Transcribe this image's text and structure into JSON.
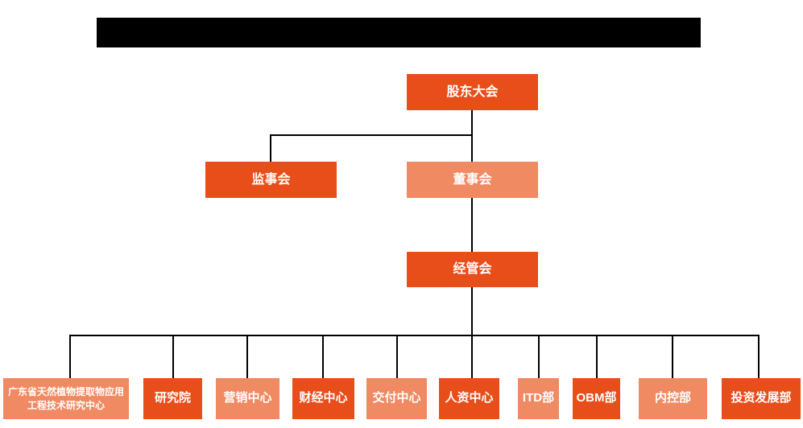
{
  "colors": {
    "primary": "#e84e1a",
    "secondary": "#ef8a63",
    "line": "#000000",
    "node_text": "#ffffff",
    "redaction": "#000000"
  },
  "chart": {
    "type": "org-chart",
    "title_redacted": true,
    "root": {
      "label": "股东大会",
      "variant": "primary"
    },
    "level2": [
      {
        "label": "监事会",
        "variant": "primary"
      },
      {
        "label": "董事会",
        "variant": "secondary"
      }
    ],
    "level3": {
      "label": "经管会",
      "variant": "primary"
    },
    "departments": [
      {
        "label": "广东省天然植物提取物应用工程技术研究中心",
        "variant": "secondary"
      },
      {
        "label": "研究院",
        "variant": "primary"
      },
      {
        "label": "营销中心",
        "variant": "secondary"
      },
      {
        "label": "财经中心",
        "variant": "primary"
      },
      {
        "label": "交付中心",
        "variant": "secondary"
      },
      {
        "label": "人资中心",
        "variant": "primary"
      },
      {
        "label": "ITD部",
        "variant": "secondary"
      },
      {
        "label": "OBM部",
        "variant": "primary"
      },
      {
        "label": "内控部",
        "variant": "secondary"
      },
      {
        "label": "投资发展部",
        "variant": "primary"
      }
    ]
  }
}
